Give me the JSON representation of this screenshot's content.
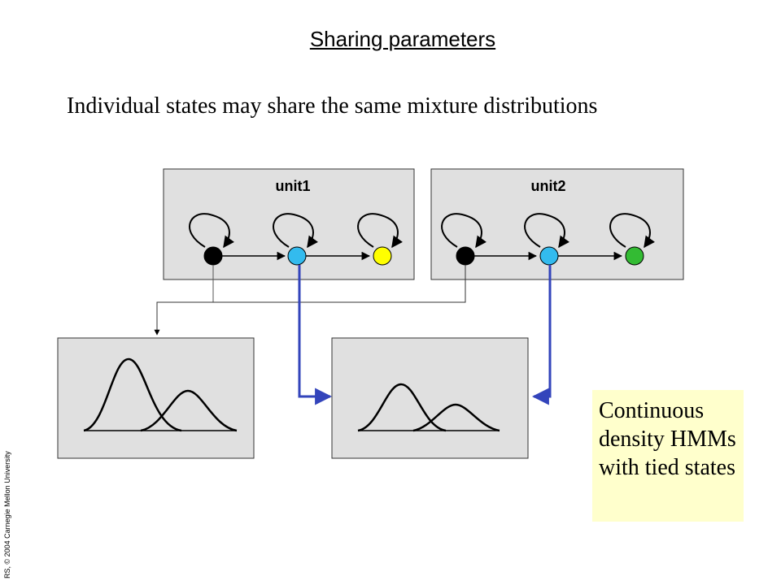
{
  "title": "Sharing parameters",
  "subtitle": "Individual states may share the same mixture distributions",
  "credit": "RS, © 2004 Carnegie Mellon University",
  "units": [
    {
      "label": "unit1",
      "states": [
        {
          "color": "#000000"
        },
        {
          "color": "#33bbee"
        },
        {
          "color": "#ffff00"
        }
      ]
    },
    {
      "label": "unit2",
      "states": [
        {
          "color": "#000000"
        },
        {
          "color": "#33bbee"
        },
        {
          "color": "#33bb33"
        }
      ]
    }
  ],
  "note": "Continuous density HMMs with tied states",
  "colors": {
    "panel_fill": "#e0e0e0",
    "tie_line": "#3344bb",
    "note_bg": "#ffffcc"
  }
}
